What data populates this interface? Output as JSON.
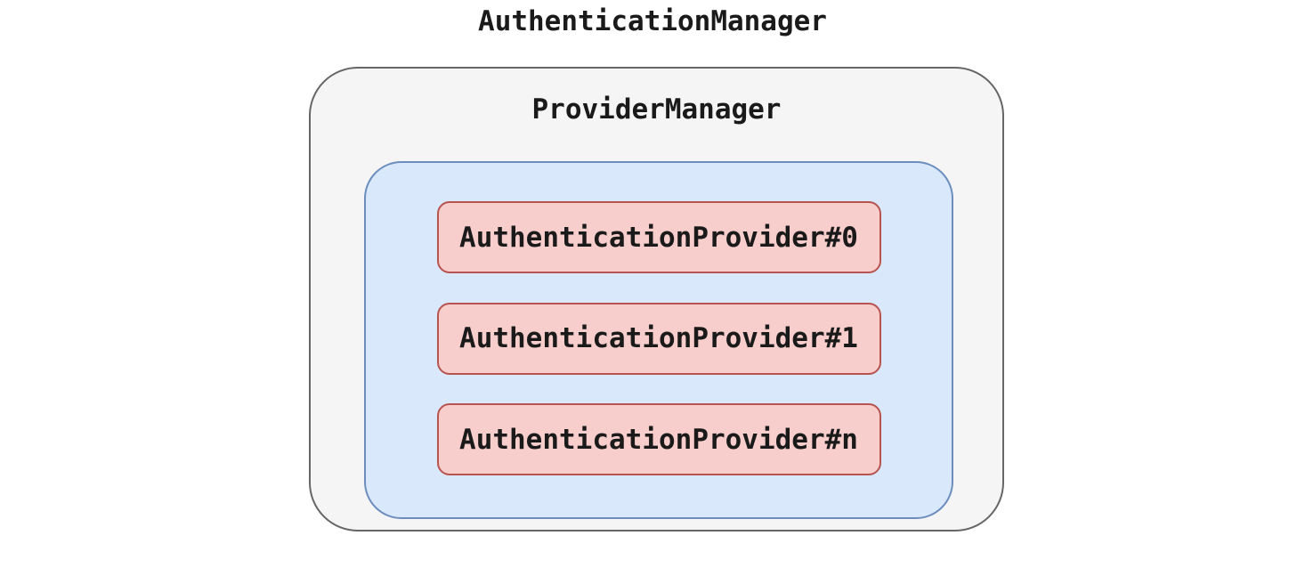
{
  "diagram": {
    "title": "AuthenticationManager",
    "container": {
      "label": "ProviderManager",
      "inner": {
        "providers": [
          {
            "label": "AuthenticationProvider#0"
          },
          {
            "label": "AuthenticationProvider#1"
          },
          {
            "label": "AuthenticationProvider#n"
          }
        ]
      }
    },
    "colors": {
      "outer_bg": "#f5f5f5",
      "outer_border": "#666666",
      "inner_bg": "#dae8fc",
      "inner_border": "#6c8ebf",
      "provider_bg": "#f8cecc",
      "provider_border": "#b85450"
    }
  }
}
